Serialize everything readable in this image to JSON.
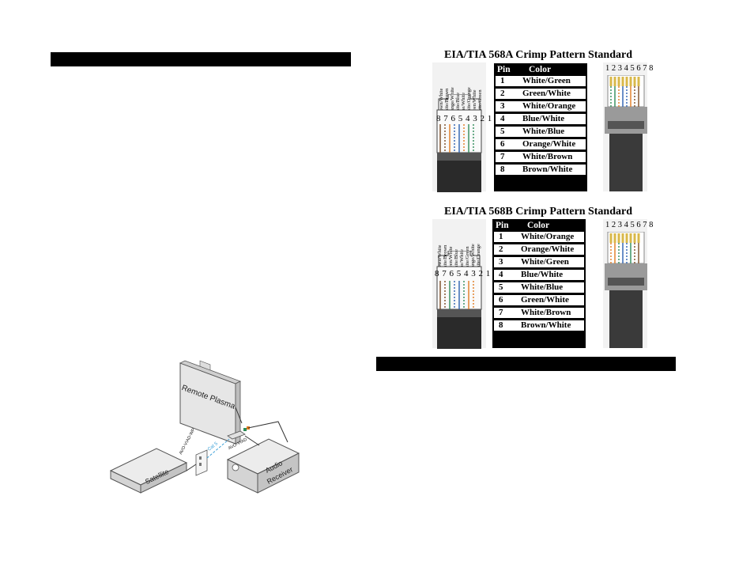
{
  "standard_a": {
    "title": "EIA/TIA 568A Crimp Pattern Standard",
    "col_pin": "Pin",
    "col_color": "Color",
    "rows": [
      {
        "pin": "1",
        "color": "White/Green"
      },
      {
        "pin": "2",
        "color": "Green/White"
      },
      {
        "pin": "3",
        "color": "White/Orange"
      },
      {
        "pin": "4",
        "color": "Blue/White"
      },
      {
        "pin": "5",
        "color": "White/Blue"
      },
      {
        "pin": "6",
        "color": "Orange/White"
      },
      {
        "pin": "7",
        "color": "White/Brown"
      },
      {
        "pin": "8",
        "color": "Brown/White"
      }
    ],
    "side_labels": [
      "Brown/White",
      "White/Brown",
      "Orange/White",
      "White/Blue",
      "Blue/White",
      "White/Orange",
      "Green/White",
      "White/Green"
    ],
    "pin_numbers_left": "8 7 6 5 4 3 2 1",
    "pin_numbers_right": "1 2 3 4 5 6 7 8"
  },
  "standard_b": {
    "title": "EIA/TIA 568B Crimp Pattern Standard",
    "col_pin": "Pin",
    "col_color": "Color",
    "rows": [
      {
        "pin": "1",
        "color": "White/Orange"
      },
      {
        "pin": "2",
        "color": "Orange/White"
      },
      {
        "pin": "3",
        "color": "White/Green"
      },
      {
        "pin": "4",
        "color": "Blue/White"
      },
      {
        "pin": "5",
        "color": "White/Blue"
      },
      {
        "pin": "6",
        "color": "Green/White"
      },
      {
        "pin": "7",
        "color": "White/Brown"
      },
      {
        "pin": "8",
        "color": "Brown/White"
      }
    ],
    "side_labels": [
      "Brown/White",
      "White/Brown",
      "Green/White",
      "White/Blue",
      "Blue/White",
      "White/Green",
      "Orange/White",
      "White/Orange"
    ],
    "pin_numbers_left": "8 7 6 5 4 3 2 1",
    "pin_numbers_right": "1 2 3 4 5 6 7 8"
  },
  "diagram": {
    "remote_plasma": "Remote Plasma",
    "satellite": "Satellite",
    "audio": "Audio",
    "receiver": "Receiver",
    "cat5": "Cat 5",
    "wall_plate_label": "AVO-VIAD-WP",
    "receiver_label": "AVO-VIAD"
  },
  "colors": {
    "bar": "#000000",
    "wire_green": "#2e8b57",
    "wire_orange": "#e07a1f",
    "wire_blue": "#2a5fb0",
    "wire_brown": "#7a4a22",
    "contact_gold": "#d9b84a"
  }
}
